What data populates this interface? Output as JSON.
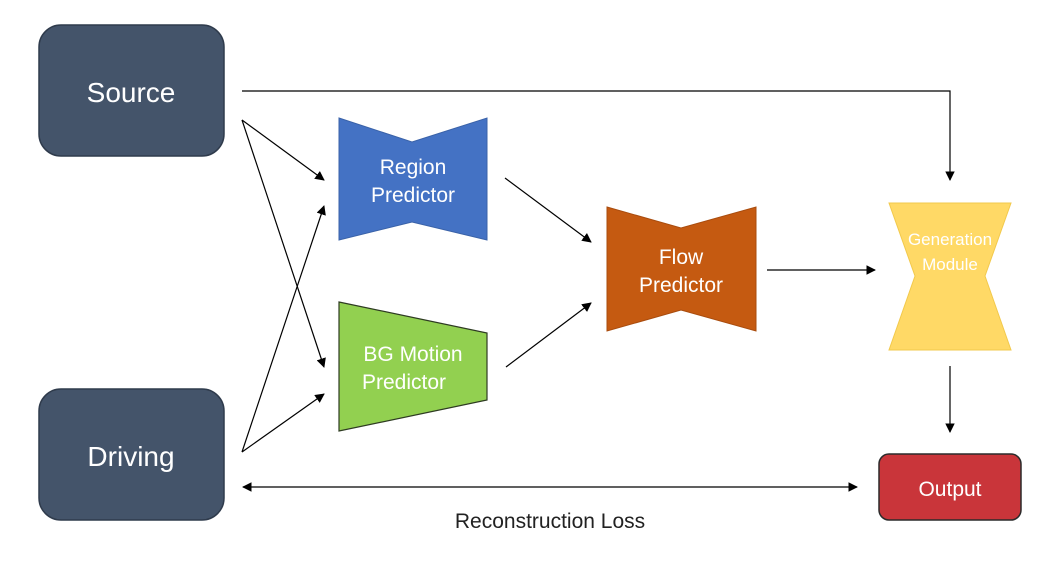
{
  "nodes": {
    "source": {
      "label": "Source",
      "color": "#44546a"
    },
    "driving": {
      "label": "Driving",
      "color": "#44546a"
    },
    "region_predictor": {
      "line1": "Region",
      "line2": "Predictor",
      "color": "#4472c4"
    },
    "bg_motion_predictor": {
      "line1": "BG Motion",
      "line2": "Predictor",
      "color": "#92d050"
    },
    "flow_predictor": {
      "line1": "Flow",
      "line2": "Predictor",
      "color": "#c55a11"
    },
    "generation_module": {
      "line1": "Generation",
      "line2": "Module",
      "color": "#ffd966"
    },
    "output": {
      "label": "Output",
      "color": "#c9353a"
    }
  },
  "edges": {
    "loss_label": "Reconstruction Loss",
    "arrow_color": "#000000"
  }
}
